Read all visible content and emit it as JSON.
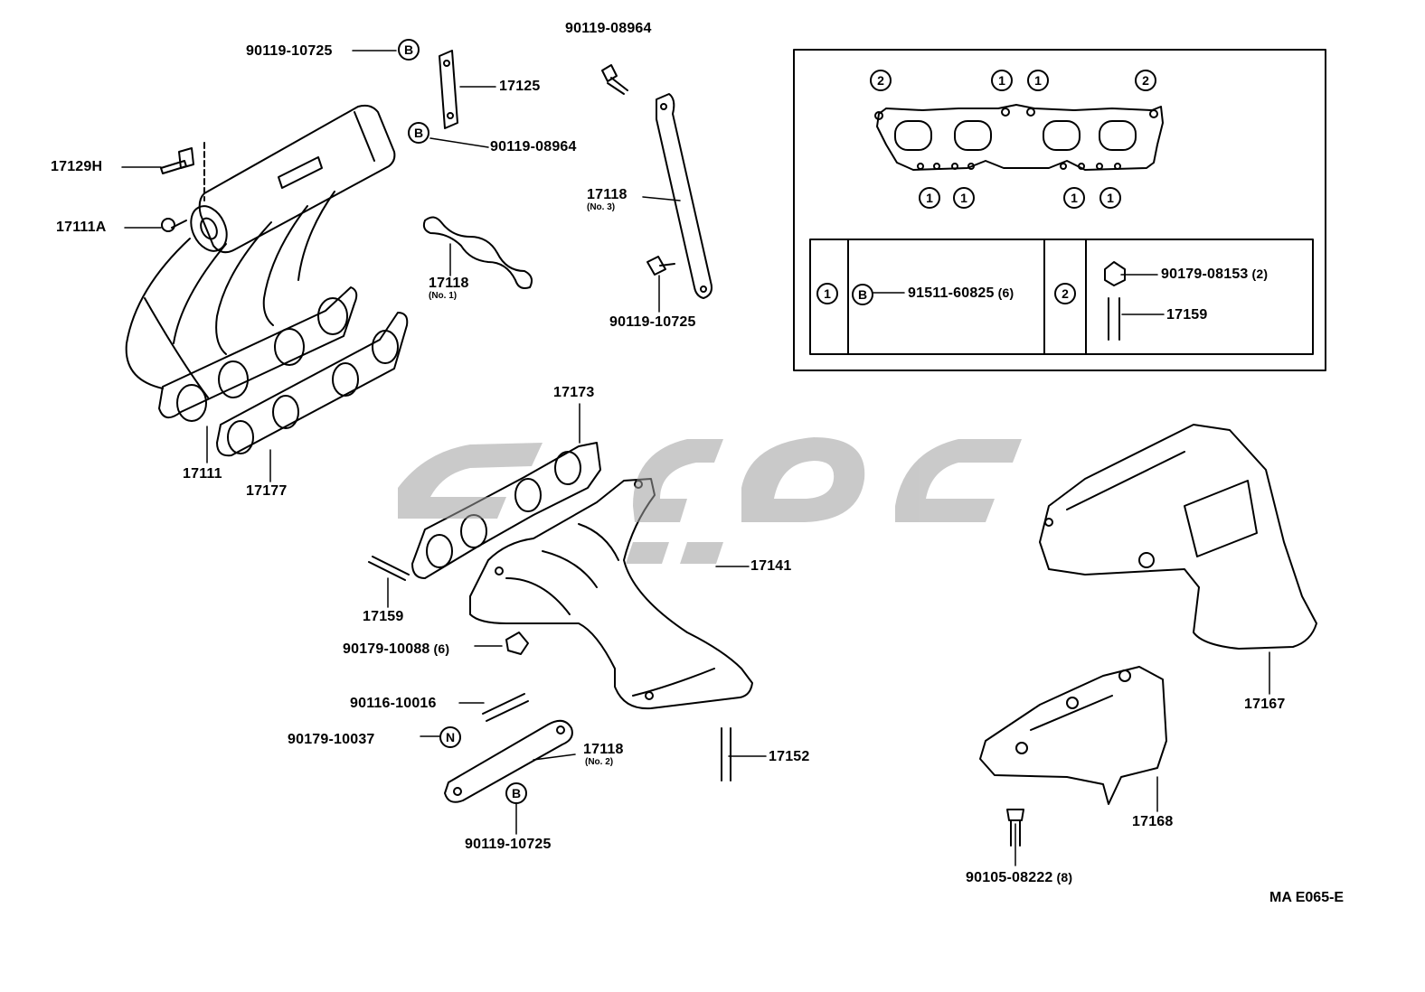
{
  "diagram_code": "MA E065-E",
  "labels": {
    "p90119_10725_top": "90119-10725",
    "p17125": "17125",
    "p90119_08964_mid": "90119-08964",
    "p90119_08964_top": "90119-08964",
    "p17129h": "17129H",
    "p17111a": "17111A",
    "p17118_no1": "17118",
    "p17118_no1_sub": "(No. 1)",
    "p17118_no3": "17118",
    "p17118_no3_sub": "(No. 3)",
    "p90119_10725_mid": "90119-10725",
    "p17111": "17111",
    "p17177": "17177",
    "p17173": "17173",
    "p17141": "17141",
    "p17159_left": "17159",
    "p90179_10088": "90179-10088",
    "p90179_10088_qty": "(6)",
    "p90116_10016": "90116-10016",
    "p90179_10037": "90179-10037",
    "p17118_no2": "17118",
    "p17118_no2_sub": "(No. 2)",
    "p90119_10725_bot": "90119-10725",
    "p17152": "17152",
    "p17167": "17167",
    "p17168": "17168",
    "p90105_08222": "90105-08222",
    "p90105_08222_qty": "(8)"
  },
  "symbols": {
    "b": "B",
    "n": "N"
  },
  "inset": {
    "gasket_positions": {
      "pos1": "1",
      "pos2": "2"
    },
    "legend": {
      "row1_key": "1",
      "row1_part": "91511-60825",
      "row1_qty": "(6)",
      "row2_key": "2",
      "row2_part_a": "90179-08153",
      "row2_qty_a": "(2)",
      "row2_part_b": "17159"
    }
  }
}
